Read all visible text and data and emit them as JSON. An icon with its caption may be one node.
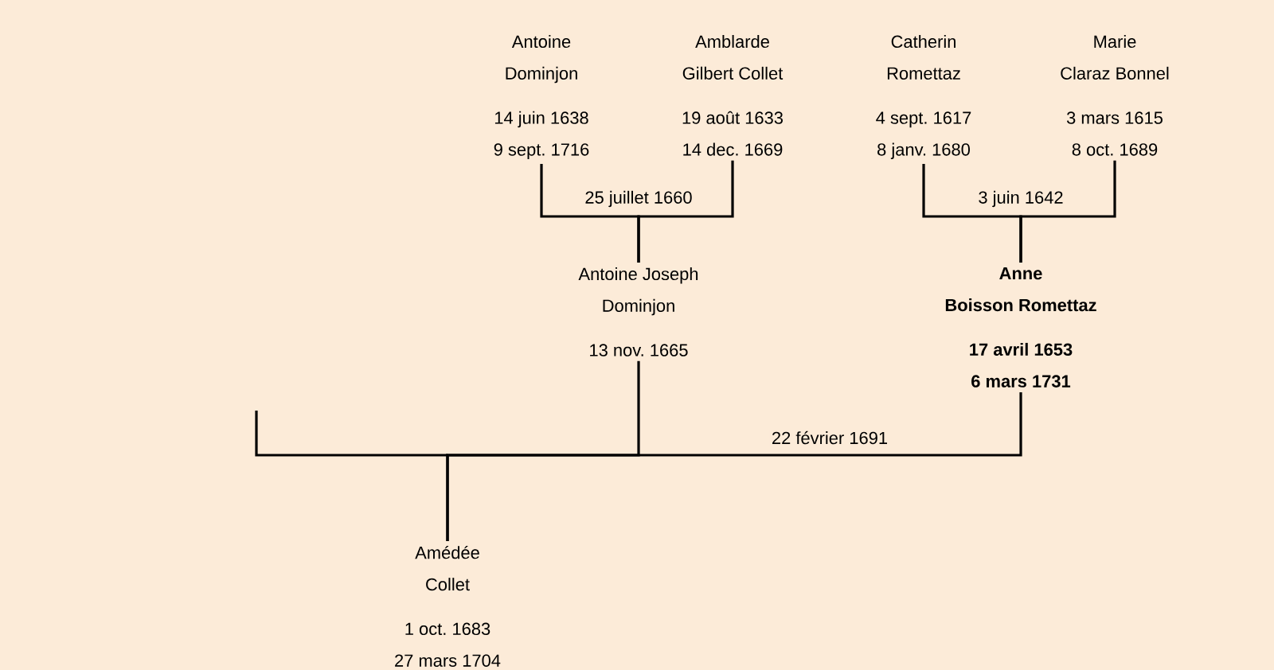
{
  "diagram": {
    "nodes": [
      {
        "text": [
          "Antoine",
          "Dominjon",
          "14 juin 1638",
          "9 sept. 1716"
        ]
      },
      {
        "text": [
          "Amblarde",
          "Gilbert Collet",
          "19 août 1633",
          "14 dec. 1669"
        ]
      },
      {
        "text": [
          "Catherin",
          "Romettaz",
          "4 sept. 1617",
          "8 janv. 1680"
        ]
      },
      {
        "text": [
          "Marie",
          "Claraz Bonnel",
          "3 mars 1615",
          "8 oct. 1689"
        ]
      },
      {
        "text": [
          "Antoine Joseph",
          "Dominjon",
          "13 nov. 1665"
        ]
      },
      {
        "text": [
          "Anne",
          "Boisson Romettaz",
          "17 avril 1653",
          "6 mars 1731"
        ]
      },
      {
        "text": [
          "Amédée",
          "Collet",
          "1 oct. 1683",
          "27 mars 1704"
        ]
      }
    ],
    "edges": [
      {
        "from": 0,
        "to": 4,
        "arrow": "none",
        "label": "25 juillet 1660"
      },
      {
        "from": 1,
        "to": 4,
        "arrow": "none"
      },
      {
        "from": 2,
        "to": 5,
        "arrow": "none",
        "label": "3 juin 1642"
      },
      {
        "from": 3,
        "to": 5,
        "arrow": "none"
      },
      {
        "from": 4,
        "to": 6,
        "arrow": "none"
      },
      {
        "from": 5,
        "to": 6,
        "arrow": "none",
        "label": "22 février 1691"
      }
    ]
  }
}
